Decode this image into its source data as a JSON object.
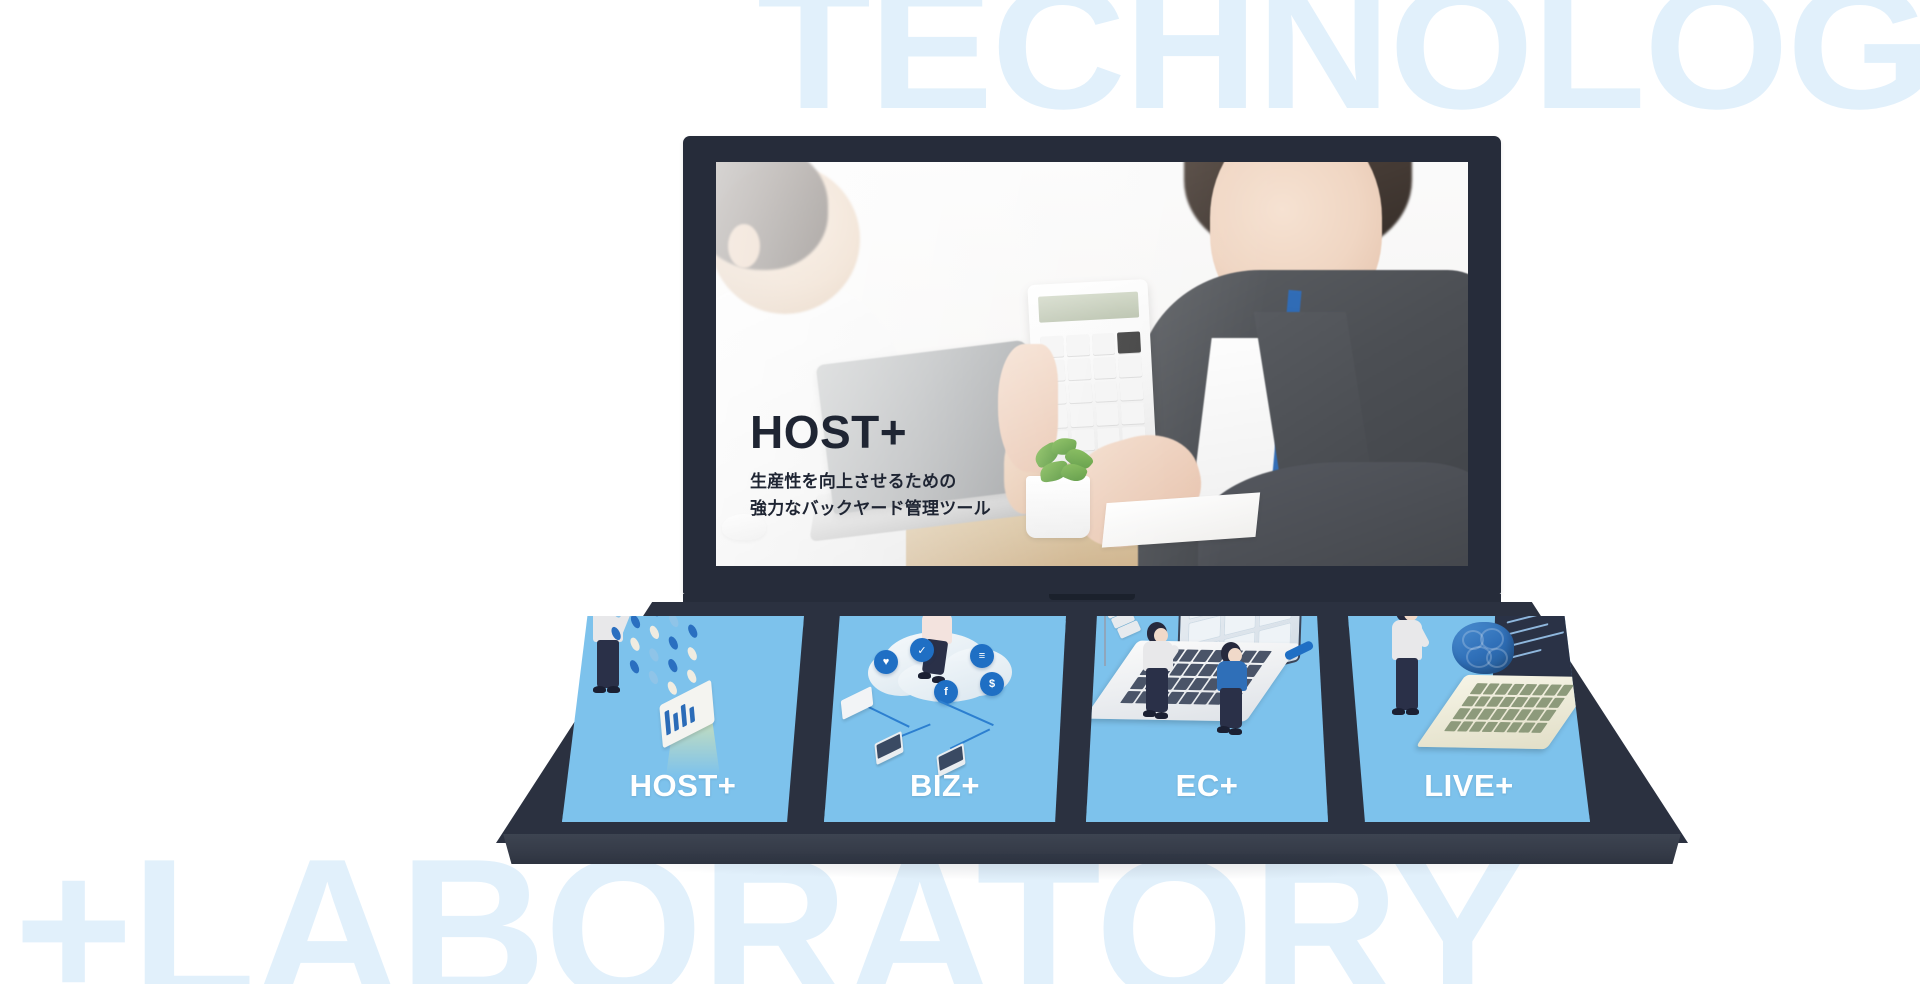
{
  "background": {
    "top_word": "TECHNOLOGY",
    "bottom_word": "+LABORATORY",
    "word_color": "#e1f0fb",
    "page_background": "#ffffff"
  },
  "screen": {
    "headline": "HOST+",
    "subtitle_line1": "生産性を向上させるための",
    "subtitle_line2": "強力なバックヤード管理ツール",
    "headline_color": "#1f2533",
    "photo_description": "office-photo"
  },
  "device": {
    "frame_color": "#262c3a",
    "base_color": "#2b3140",
    "base_front_color": "#3d4451"
  },
  "panels": [
    {
      "label": "HOST+",
      "icon": "data-analytics-icon",
      "color": "#7dc2ec",
      "shadow": "#63a9d4"
    },
    {
      "label": "BIZ+",
      "icon": "cloud-network-icon",
      "color": "#7dc2ec",
      "shadow": "#63a9d4"
    },
    {
      "label": "EC+",
      "icon": "ecommerce-storefront-icon",
      "color": "#7dc2ec",
      "shadow": "#63a9d4"
    },
    {
      "label": "LIVE+",
      "icon": "ai-brain-icon",
      "color": "#7dc2ec",
      "shadow": "#63a9d4"
    }
  ],
  "social_icons": [
    "♥",
    "✓",
    "≡",
    "$",
    "f"
  ],
  "accent_color": "#1f6fc4"
}
